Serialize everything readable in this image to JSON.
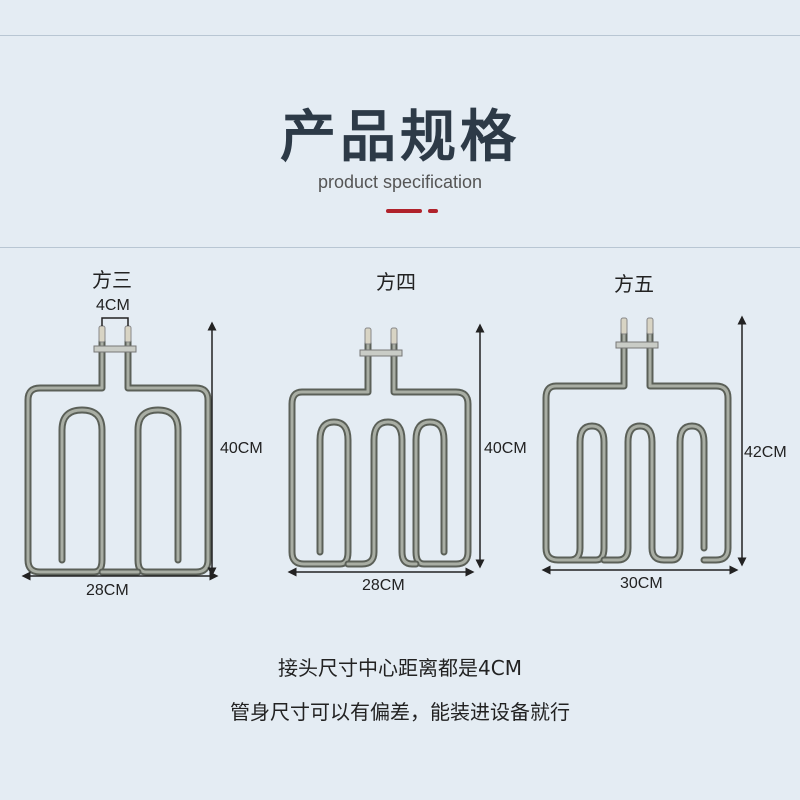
{
  "header": {
    "title": "产品规格",
    "subtitle": "product specification"
  },
  "models": [
    {
      "name": "方三",
      "connector": "4CM",
      "height": "40CM",
      "width": "28CM"
    },
    {
      "name": "方四",
      "height": "40CM",
      "width": "28CM"
    },
    {
      "name": "方五",
      "height": "42CM",
      "width": "30CM"
    }
  ],
  "notes": {
    "line1": "接头尺寸中心距离都是4CM",
    "line2": "管身尺寸可以有偏差，能装进设备就行"
  },
  "colors": {
    "background": "#e4ecf3",
    "title": "#2d3a47",
    "accent": "#b0222b",
    "tube": "#6d7268"
  }
}
